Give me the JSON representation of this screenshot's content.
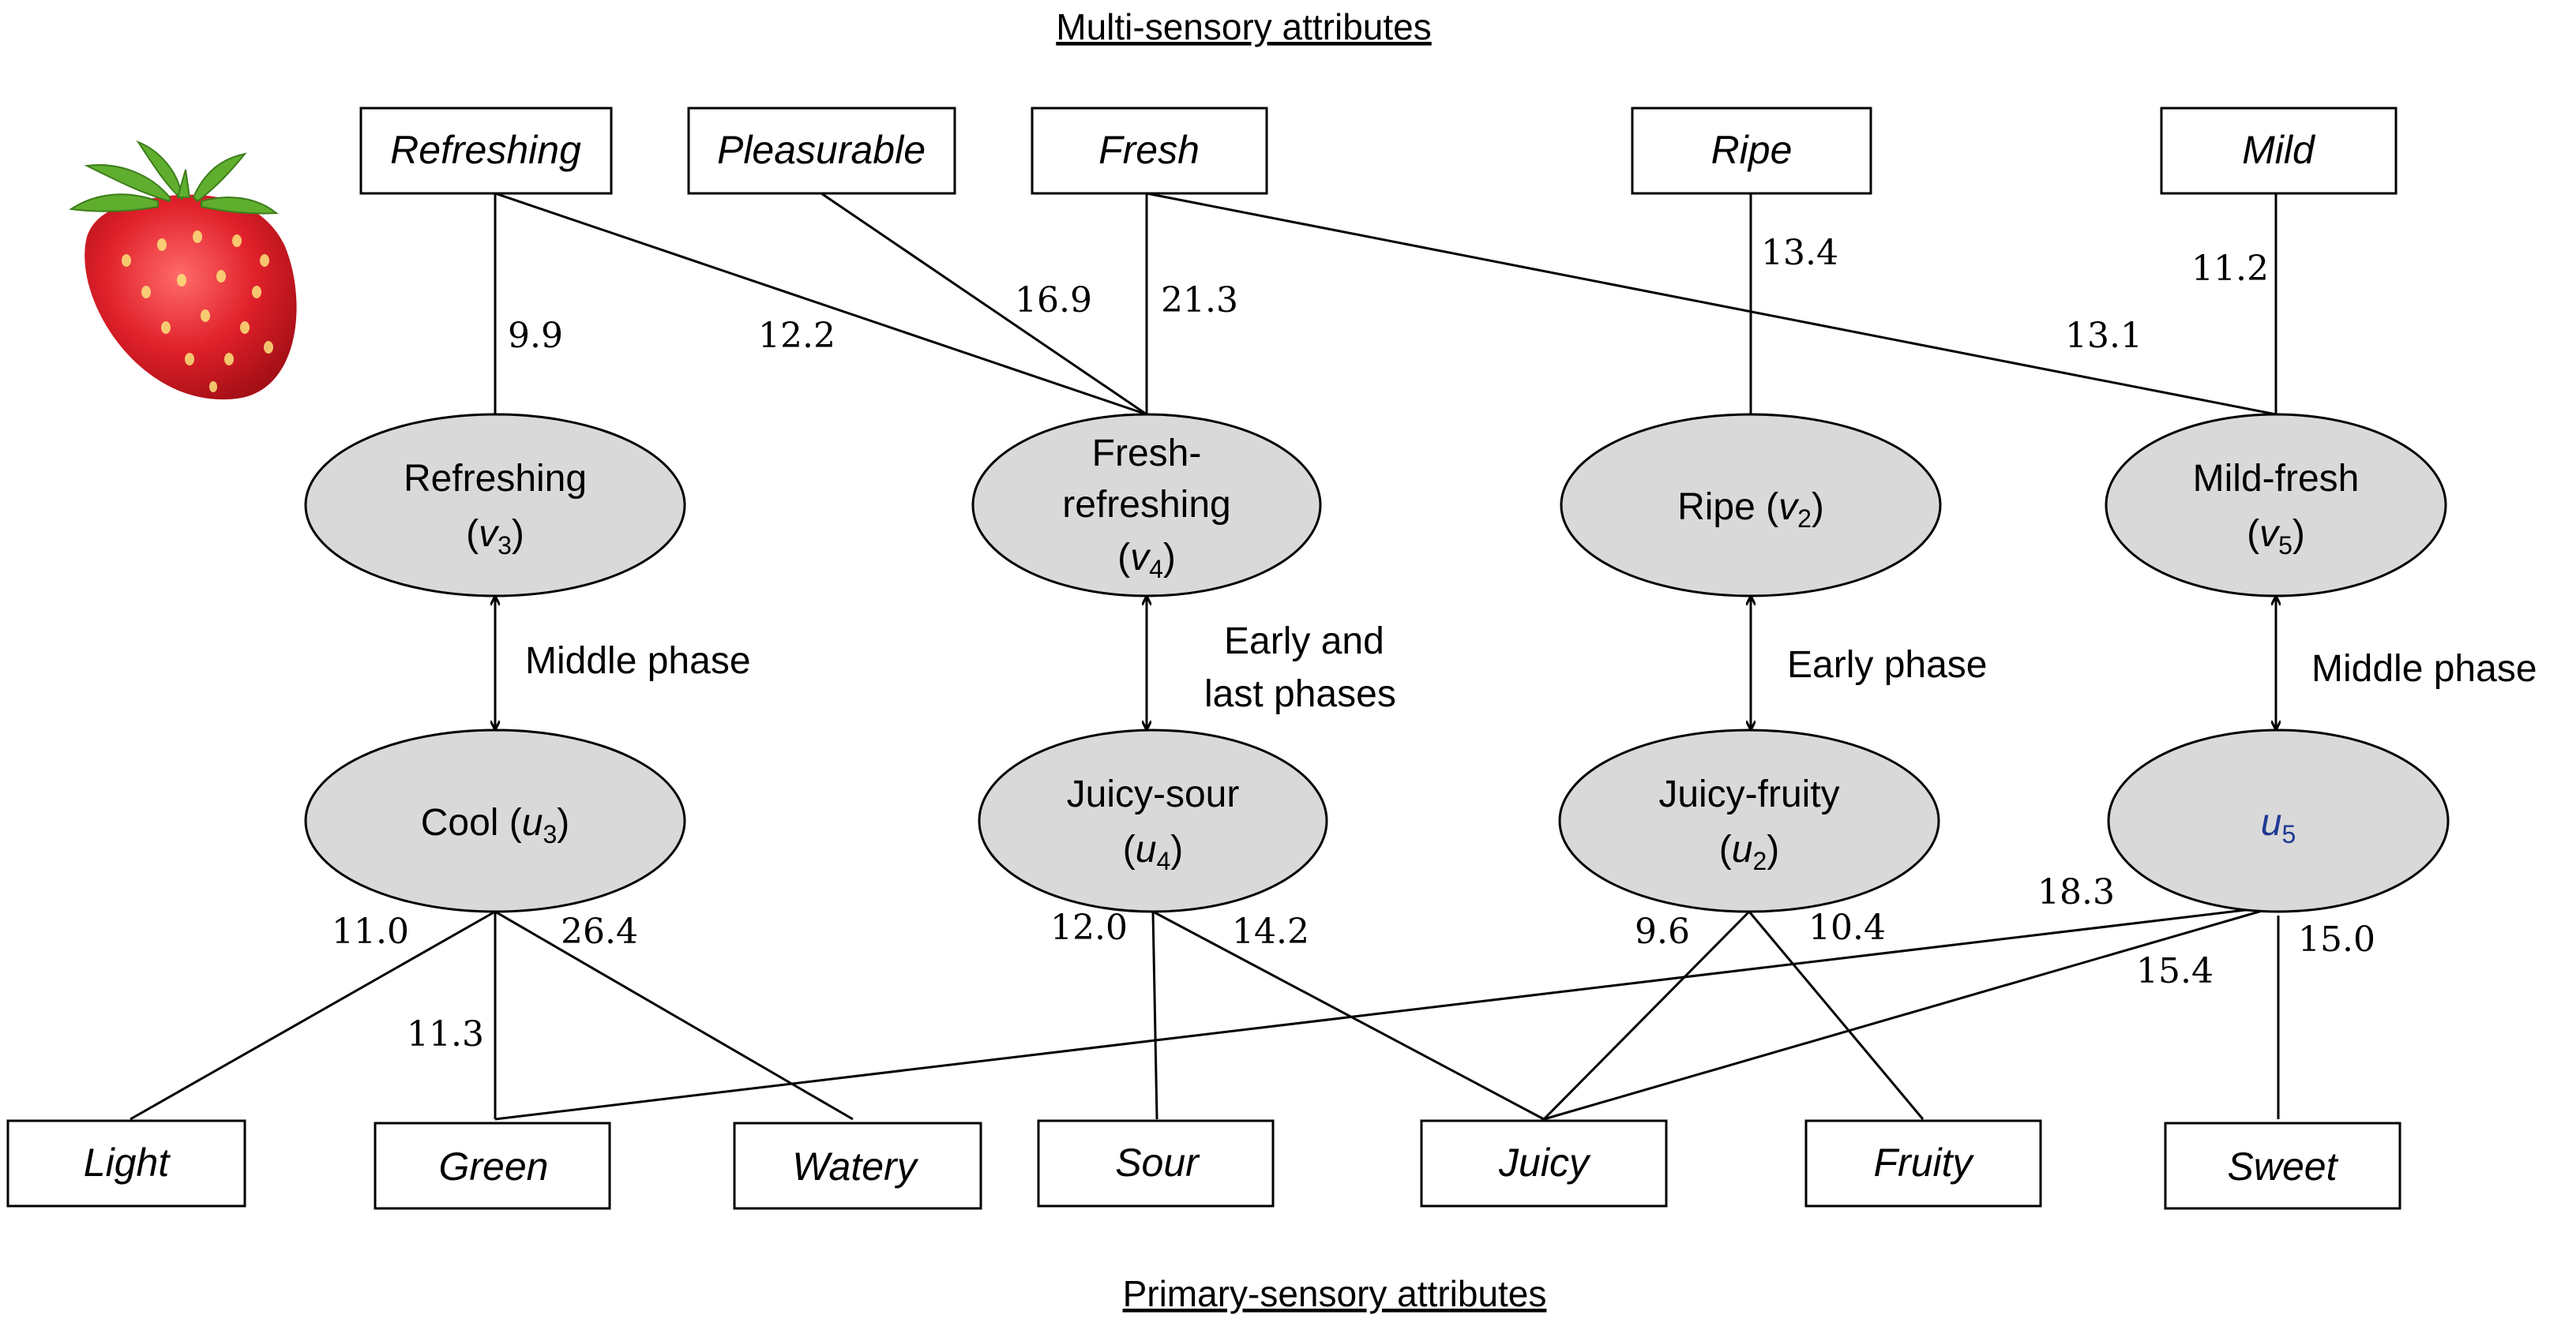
{
  "titles": {
    "top": "Multi-sensory attributes",
    "bottom": "Primary-sensory attributes"
  },
  "multi_attributes": [
    {
      "id": "refreshing",
      "label": "Refreshing"
    },
    {
      "id": "pleasurable",
      "label": "Pleasurable"
    },
    {
      "id": "fresh",
      "label": "Fresh"
    },
    {
      "id": "ripe",
      "label": "Ripe"
    },
    {
      "id": "mild",
      "label": "Mild"
    }
  ],
  "primary_attributes": [
    {
      "id": "light",
      "label": "Light"
    },
    {
      "id": "green",
      "label": "Green"
    },
    {
      "id": "watery",
      "label": "Watery"
    },
    {
      "id": "sour",
      "label": "Sour"
    },
    {
      "id": "juicy",
      "label": "Juicy"
    },
    {
      "id": "fruity",
      "label": "Fruity"
    },
    {
      "id": "sweet",
      "label": "Sweet"
    }
  ],
  "v_nodes": [
    {
      "id": "v3",
      "line1": "Refreshing",
      "sym": "v",
      "sub": "3"
    },
    {
      "id": "v4",
      "line0": "Fresh-",
      "line1": "refreshing",
      "sym": "v",
      "sub": "4"
    },
    {
      "id": "v2",
      "line1": "Ripe",
      "sym": "v",
      "sub": "2",
      "inline": true
    },
    {
      "id": "v5",
      "line1": "Mild-fresh",
      "sym": "v",
      "sub": "5"
    }
  ],
  "u_nodes": [
    {
      "id": "u3",
      "line1": "Cool",
      "sym": "u",
      "sub": "3",
      "inline": true
    },
    {
      "id": "u4",
      "line1": "Juicy-sour",
      "sym": "u",
      "sub": "4"
    },
    {
      "id": "u2",
      "line1": "Juicy-fruity",
      "sym": "u",
      "sub": "2"
    },
    {
      "id": "u5",
      "line1": "",
      "sym": "u",
      "sub": "5",
      "color": "#1f3a93"
    }
  ],
  "phases": [
    {
      "pair": "v3-u3",
      "lines": [
        "Middle phase"
      ]
    },
    {
      "pair": "v4-u4",
      "lines": [
        "Early and",
        "last phases"
      ]
    },
    {
      "pair": "v2-u2",
      "lines": [
        "Early phase"
      ]
    },
    {
      "pair": "v5-u5",
      "lines": [
        "Middle phase"
      ]
    }
  ],
  "top_links": [
    {
      "from": "refreshing",
      "to": "v3",
      "weight": "9.9"
    },
    {
      "from": "refreshing",
      "to": "v4",
      "weight": "12.2"
    },
    {
      "from": "pleasurable",
      "to": "v4",
      "weight": "16.9"
    },
    {
      "from": "fresh",
      "to": "v4",
      "weight": "21.3"
    },
    {
      "from": "ripe",
      "to": "v2",
      "weight": "13.4"
    },
    {
      "from": "mild",
      "to": "v5",
      "weight": "11.2"
    },
    {
      "from": "fresh",
      "to": "v5",
      "weight": "13.1"
    }
  ],
  "bottom_links": [
    {
      "from": "u3",
      "to": "light",
      "weight": "11.0"
    },
    {
      "from": "u3",
      "to": "green",
      "weight": "11.3"
    },
    {
      "from": "u3",
      "to": "watery",
      "weight": "26.4"
    },
    {
      "from": "u4",
      "to": "sour",
      "weight": "12.0"
    },
    {
      "from": "u4",
      "to": "juicy",
      "weight": "14.2"
    },
    {
      "from": "u2",
      "to": "juicy",
      "weight": "9.6"
    },
    {
      "from": "u2",
      "to": "fruity",
      "weight": "10.4"
    },
    {
      "from": "u5",
      "to": "green",
      "weight": "18.3"
    },
    {
      "from": "u5",
      "to": "juicy",
      "weight": "15.4"
    },
    {
      "from": "u5",
      "to": "sweet",
      "weight": "15.0"
    }
  ],
  "image": {
    "icon": "strawberry-icon",
    "colors": {
      "body": "#e0202a",
      "leaf": "#5fae2e"
    }
  }
}
